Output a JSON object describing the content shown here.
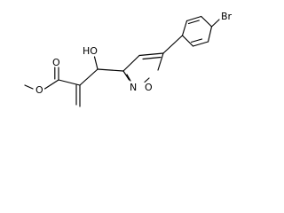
{
  "molecule": {
    "atoms": {
      "bromine": "Br",
      "hydroxyl": "HO",
      "carbonyl_oxygen": "O",
      "ester_oxygen": "O",
      "ring_nitrogen": "N",
      "ring_oxygen": "O"
    },
    "colors": {
      "bond": "#000000",
      "label": "#000000",
      "background": "#ffffff"
    }
  }
}
